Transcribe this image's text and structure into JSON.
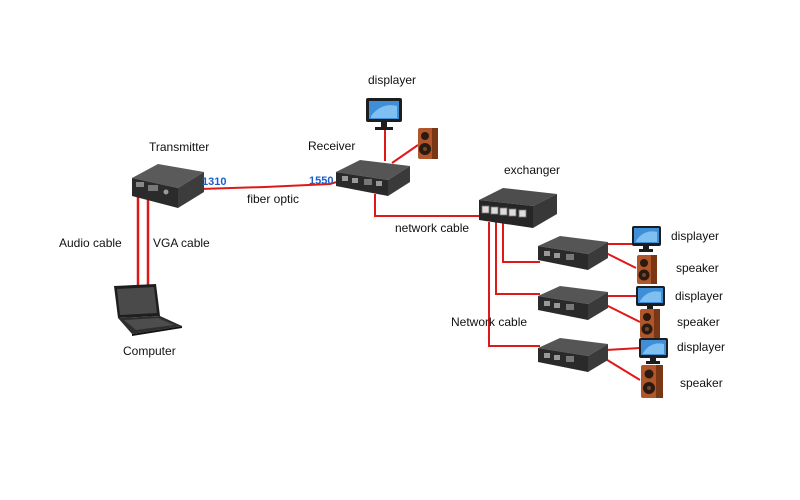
{
  "labels": {
    "displayer": "displayer",
    "transmitter": "Transmitter",
    "receiver": "Receiver",
    "exchanger": "exchanger",
    "wavelength_tx": "1310",
    "wavelength_rx": "1550",
    "fiber_optic": "fiber optic",
    "network_cable": "network cable",
    "audio_cable": "Audio cable",
    "vga_cable": "VGA cable",
    "computer": "Computer",
    "displayer_1": "displayer",
    "speaker_1": "speaker",
    "displayer_2": "displayer",
    "speaker_2": "speaker",
    "network_cable_2": "Network cable",
    "displayer_3": "displayer",
    "speaker_3": "speaker"
  },
  "colors": {
    "cable": "#e01818",
    "device_body": "#2d2d2d",
    "device_face": "#4a4a4a",
    "wavelength_text": "#1a5fd0",
    "speaker_wood": "#b0562a"
  },
  "icons": [
    "monitor-icon",
    "speaker-icon",
    "laptop-icon",
    "extender-device-icon",
    "switch-device-icon"
  ]
}
